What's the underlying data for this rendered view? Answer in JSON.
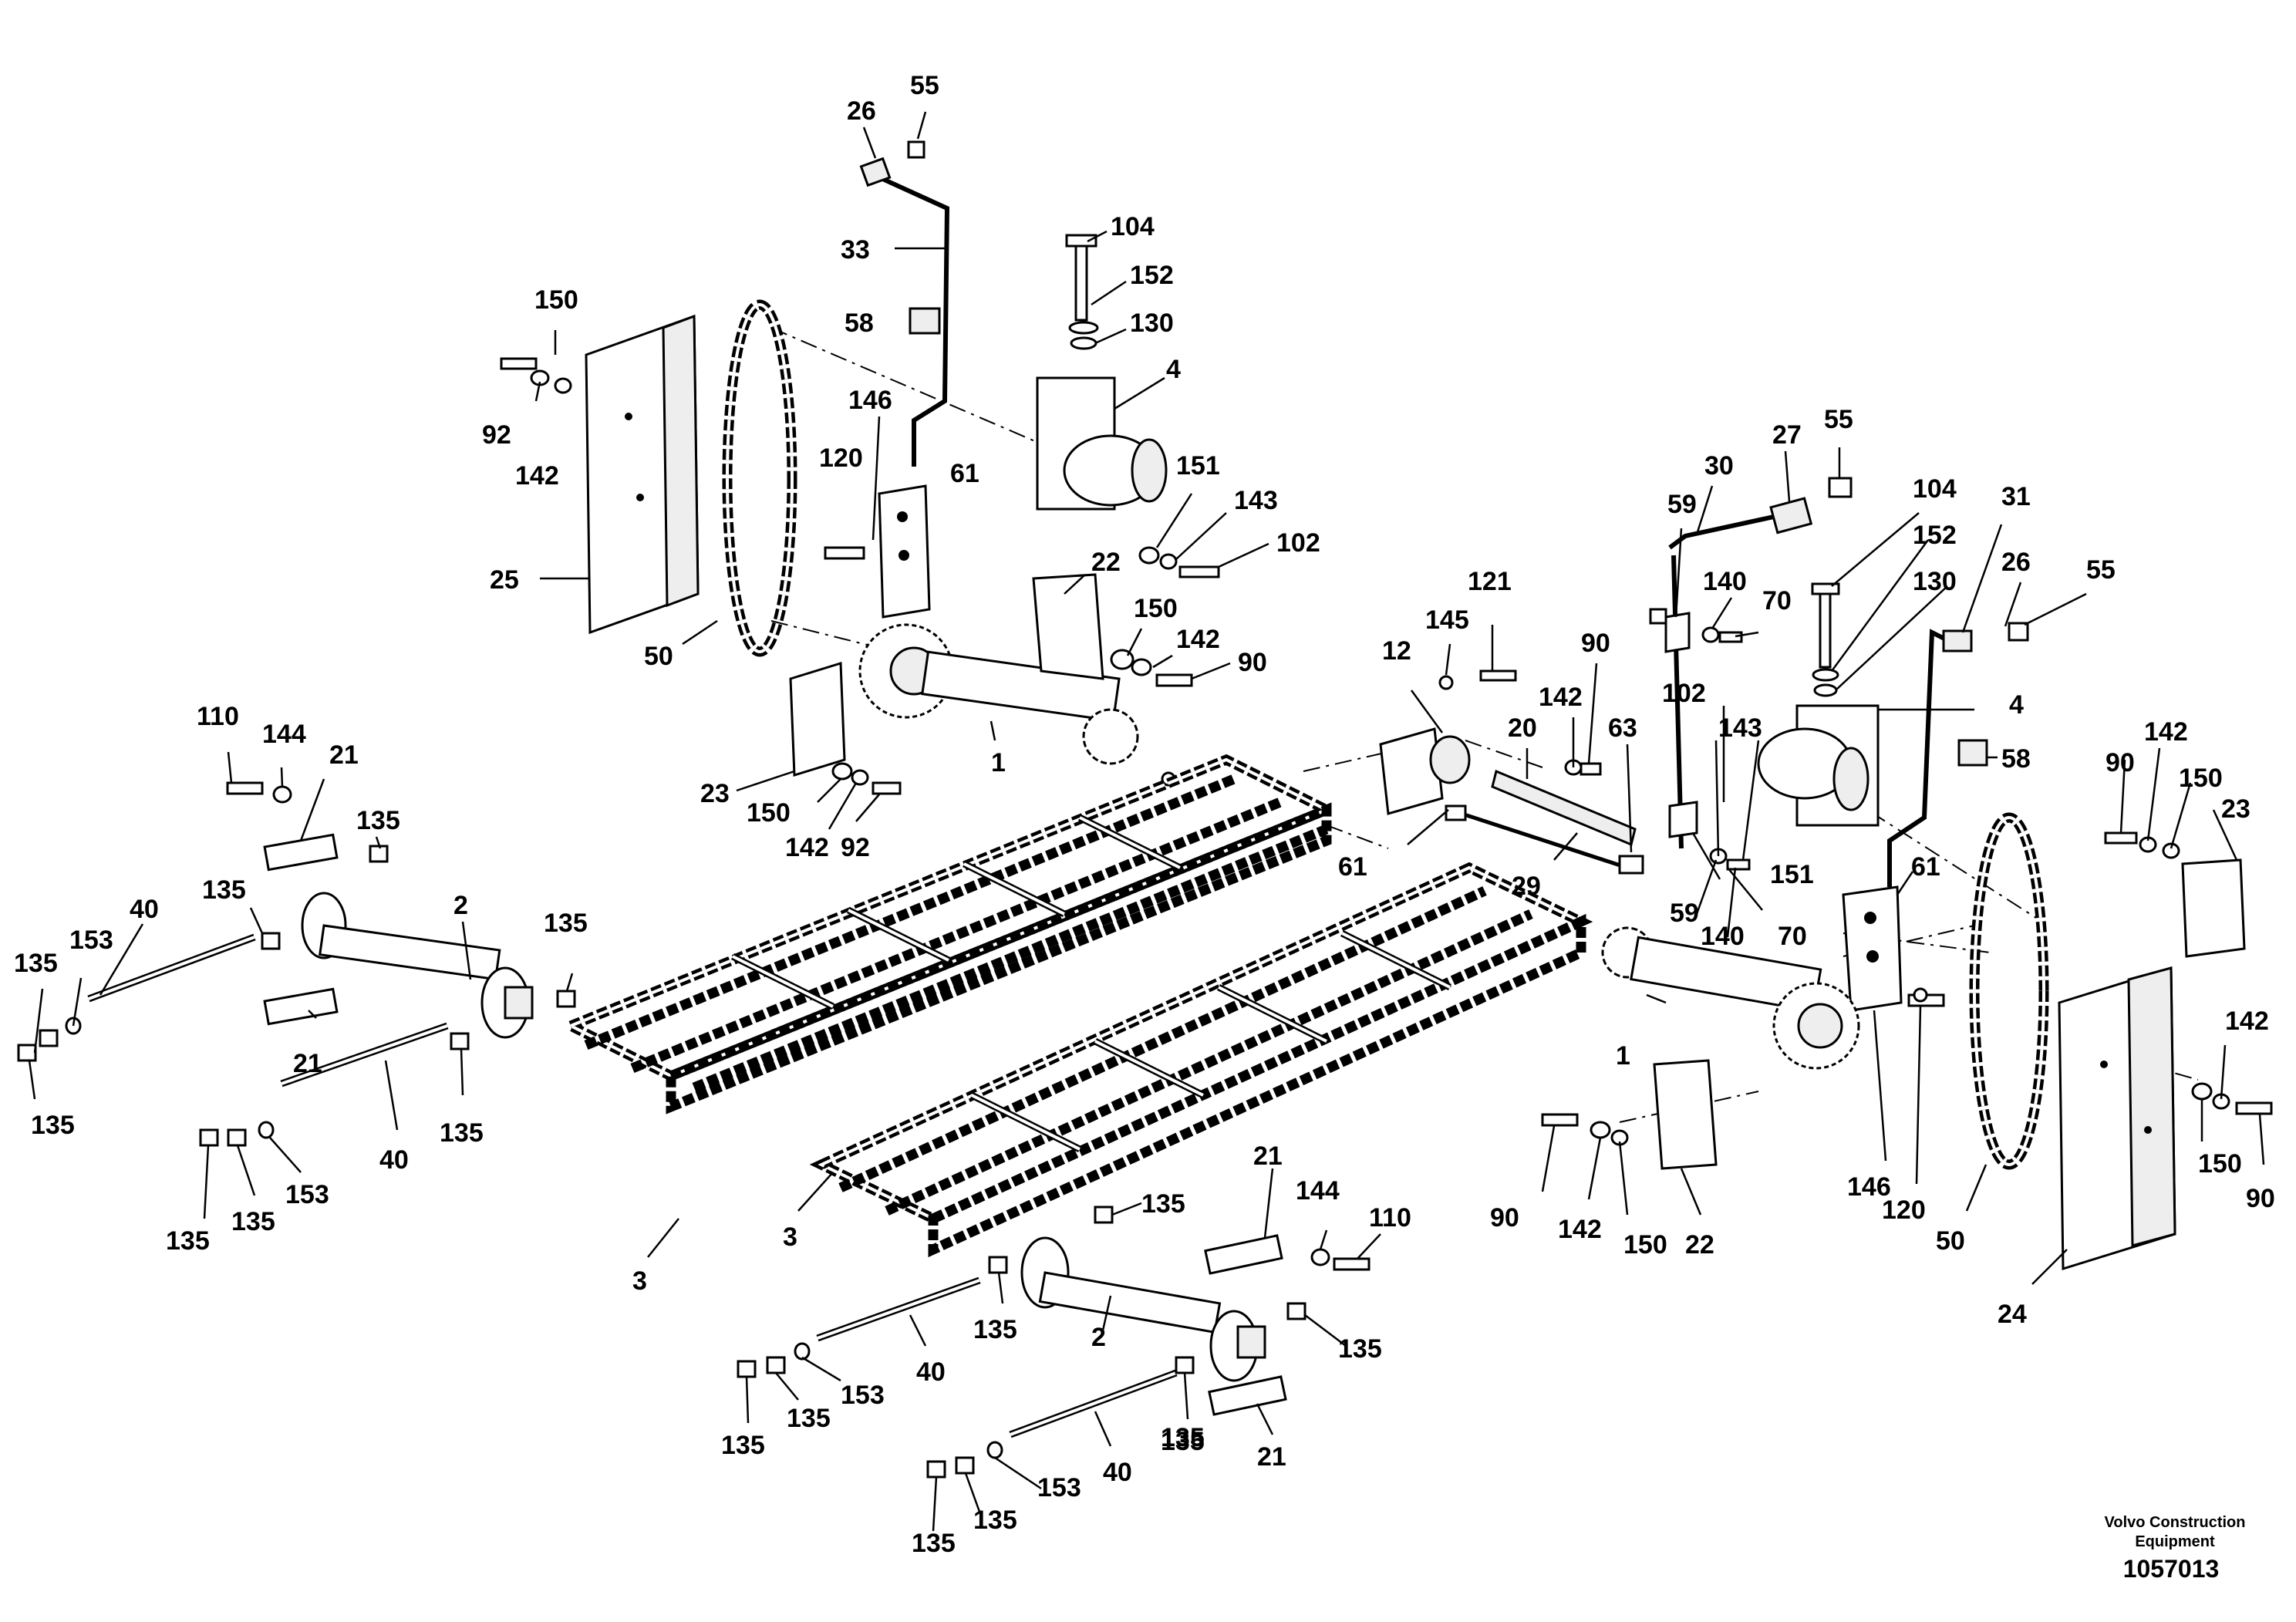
{
  "callouts": [
    {
      "id": "c1",
      "text": "26"
    },
    {
      "id": "c2",
      "text": "55"
    },
    {
      "id": "c3",
      "text": "33"
    },
    {
      "id": "c4",
      "text": "58"
    },
    {
      "id": "c5",
      "text": "104"
    },
    {
      "id": "c6",
      "text": "152"
    },
    {
      "id": "c7",
      "text": "130"
    },
    {
      "id": "c8",
      "text": "4"
    },
    {
      "id": "c9",
      "text": "150"
    },
    {
      "id": "c10",
      "text": "92"
    },
    {
      "id": "c11",
      "text": "142"
    },
    {
      "id": "c12",
      "text": "146"
    },
    {
      "id": "c13",
      "text": "120"
    },
    {
      "id": "c14",
      "text": "61"
    },
    {
      "id": "c15",
      "text": "151"
    },
    {
      "id": "c16",
      "text": "143"
    },
    {
      "id": "c17",
      "text": "102"
    },
    {
      "id": "c18",
      "text": "25"
    },
    {
      "id": "c19",
      "text": "50"
    },
    {
      "id": "c20",
      "text": "22"
    },
    {
      "id": "c21",
      "text": "150"
    },
    {
      "id": "c22",
      "text": "142"
    },
    {
      "id": "c23",
      "text": "90"
    },
    {
      "id": "c24",
      "text": "1"
    },
    {
      "id": "c25",
      "text": "23"
    },
    {
      "id": "c26",
      "text": "150"
    },
    {
      "id": "c27",
      "text": "142"
    },
    {
      "id": "c28",
      "text": "92"
    },
    {
      "id": "c29",
      "text": "110"
    },
    {
      "id": "c30",
      "text": "144"
    },
    {
      "id": "c31",
      "text": "21"
    },
    {
      "id": "c32",
      "text": "135"
    },
    {
      "id": "c33",
      "text": "135"
    },
    {
      "id": "c34",
      "text": "40"
    },
    {
      "id": "c35",
      "text": "2"
    },
    {
      "id": "c36",
      "text": "135"
    },
    {
      "id": "c37",
      "text": "135"
    },
    {
      "id": "c38",
      "text": "153"
    },
    {
      "id": "c39",
      "text": "21"
    },
    {
      "id": "c40",
      "text": "135"
    },
    {
      "id": "c41",
      "text": "40"
    },
    {
      "id": "c42",
      "text": "135"
    },
    {
      "id": "c43",
      "text": "135"
    },
    {
      "id": "c44",
      "text": "135"
    },
    {
      "id": "c45",
      "text": "153"
    },
    {
      "id": "c46",
      "text": "3"
    },
    {
      "id": "c47",
      "text": "3"
    },
    {
      "id": "c48",
      "text": "135"
    },
    {
      "id": "c49",
      "text": "21"
    },
    {
      "id": "c50",
      "text": "144"
    },
    {
      "id": "c51",
      "text": "110"
    },
    {
      "id": "c52",
      "text": "135"
    },
    {
      "id": "c53",
      "text": "2"
    },
    {
      "id": "c54",
      "text": "135"
    },
    {
      "id": "c55",
      "text": "40"
    },
    {
      "id": "c56",
      "text": "135"
    },
    {
      "id": "c57",
      "text": "135"
    },
    {
      "id": "c58",
      "text": "153"
    },
    {
      "id": "c59",
      "text": "135"
    },
    {
      "id": "c60",
      "text": "40"
    },
    {
      "id": "c61",
      "text": "135"
    },
    {
      "id": "c62",
      "text": "21"
    },
    {
      "id": "c63",
      "text": "153"
    },
    {
      "id": "c64",
      "text": "135"
    },
    {
      "id": "c65",
      "text": "135"
    },
    {
      "id": "c66",
      "text": "12"
    },
    {
      "id": "c67",
      "text": "145"
    },
    {
      "id": "c68",
      "text": "121"
    },
    {
      "id": "c69",
      "text": "20"
    },
    {
      "id": "c70",
      "text": "142"
    },
    {
      "id": "c71",
      "text": "90"
    },
    {
      "id": "c72",
      "text": "63"
    },
    {
      "id": "c73",
      "text": "61"
    },
    {
      "id": "c74",
      "text": "29"
    },
    {
      "id": "c75",
      "text": "59"
    },
    {
      "id": "c76",
      "text": "30"
    },
    {
      "id": "c77",
      "text": "27"
    },
    {
      "id": "c78",
      "text": "55"
    },
    {
      "id": "c79",
      "text": "140"
    },
    {
      "id": "c80",
      "text": "70"
    },
    {
      "id": "c81",
      "text": "104"
    },
    {
      "id": "c82",
      "text": "152"
    },
    {
      "id": "c83",
      "text": "130"
    },
    {
      "id": "c84",
      "text": "31"
    },
    {
      "id": "c85",
      "text": "26"
    },
    {
      "id": "c86",
      "text": "55"
    },
    {
      "id": "c87",
      "text": "102"
    },
    {
      "id": "c88",
      "text": "143"
    },
    {
      "id": "c89",
      "text": "4"
    },
    {
      "id": "c90",
      "text": "58"
    },
    {
      "id": "c91",
      "text": "59"
    },
    {
      "id": "c92",
      "text": "140"
    },
    {
      "id": "c93",
      "text": "70"
    },
    {
      "id": "c94",
      "text": "151"
    },
    {
      "id": "c95",
      "text": "61"
    },
    {
      "id": "c96",
      "text": "90"
    },
    {
      "id": "c97",
      "text": "142"
    },
    {
      "id": "c98",
      "text": "150"
    },
    {
      "id": "c99",
      "text": "23"
    },
    {
      "id": "c100",
      "text": "1"
    },
    {
      "id": "c101",
      "text": "142"
    },
    {
      "id": "c102",
      "text": "90"
    },
    {
      "id": "c103",
      "text": "142"
    },
    {
      "id": "c104",
      "text": "150"
    },
    {
      "id": "c105",
      "text": "22"
    },
    {
      "id": "c106",
      "text": "146"
    },
    {
      "id": "c107",
      "text": "120"
    },
    {
      "id": "c108",
      "text": "50"
    },
    {
      "id": "c109",
      "text": "150"
    },
    {
      "id": "c110",
      "text": "90"
    },
    {
      "id": "c111",
      "text": "24"
    }
  ],
  "credit": {
    "line1": "Volvo Construction",
    "line2": "Equipment"
  },
  "doc_number": "1057013"
}
